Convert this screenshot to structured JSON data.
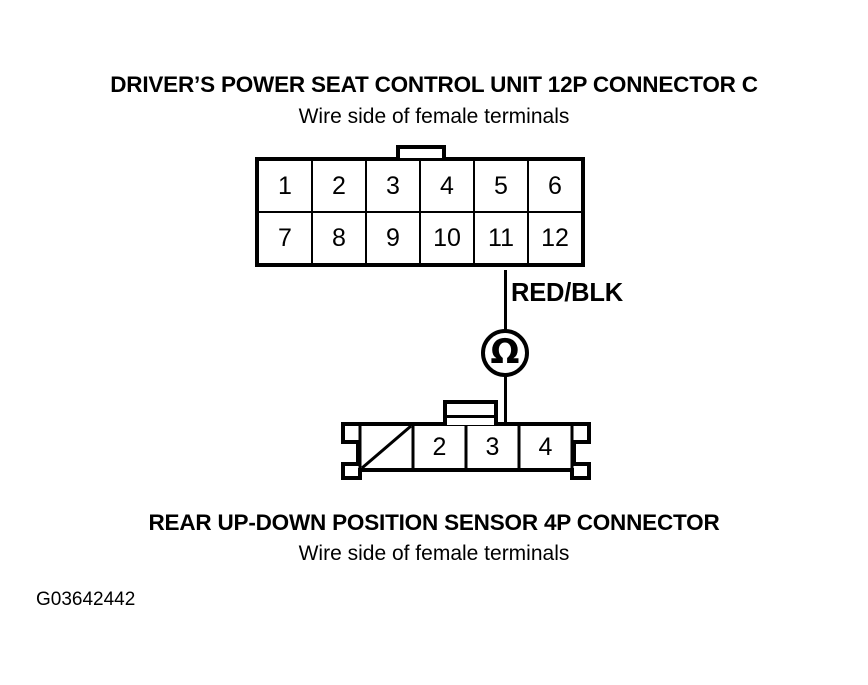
{
  "figure": {
    "id_code": "G03642442",
    "top_connector": {
      "title": "DRIVER’S POWER SEAT CONTROL UNIT 12P CONNECTOR C",
      "subtitle": "Wire side of female terminals",
      "pin_count": "12P",
      "rows": [
        [
          "1",
          "2",
          "3",
          "4",
          "5",
          "6"
        ],
        [
          "7",
          "8",
          "9",
          "10",
          "11",
          "12"
        ]
      ]
    },
    "bottom_connector": {
      "title": "REAR UP-DOWN POSITION SENSOR 4P CONNECTOR",
      "subtitle": "Wire side of female terminals",
      "pin_count": "4P",
      "cells": [
        {
          "label": "",
          "blanked": true
        },
        {
          "label": "2",
          "blanked": false
        },
        {
          "label": "3",
          "blanked": false
        },
        {
          "label": "4",
          "blanked": false
        }
      ]
    },
    "wire": {
      "label": "RED/BLK",
      "from_pin": "11",
      "to_pin": "3"
    },
    "meter": {
      "symbol": "Ω",
      "name": "ohmmeter"
    },
    "colors": {
      "line": "#000000",
      "background": "#ffffff"
    }
  }
}
